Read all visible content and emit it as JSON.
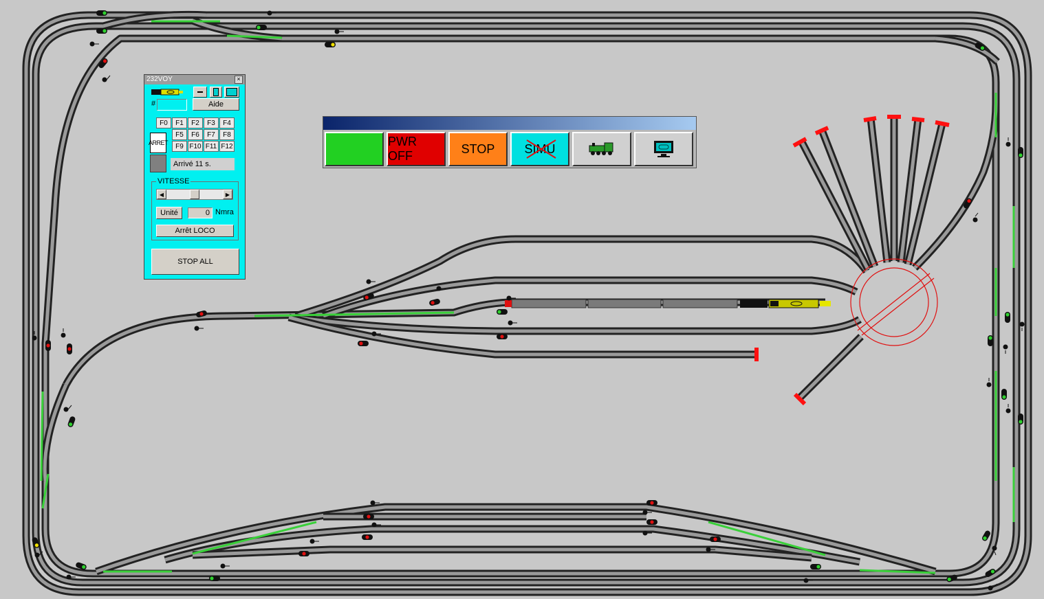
{
  "throttle": {
    "title": "232VOY",
    "close_glyph": "×",
    "address_hash": "#",
    "address_value": "",
    "help_label": "Aide",
    "functions": [
      "F0",
      "F1",
      "F2",
      "F3",
      "F4",
      "F5",
      "F6",
      "F7",
      "F8",
      "F9",
      "F10",
      "F11",
      "F12"
    ],
    "stop_sign_label": "ARRET",
    "status_text": "Arrivé 11 s.",
    "speed_group_label": "VITESSE",
    "unit_label": "Unité",
    "speed_value": "0",
    "mode_label": "Nmra",
    "loco_stop_label": "Arrêt LOCO",
    "stop_all_label": "STOP ALL",
    "speed_level": 0.5
  },
  "toolbar": {
    "buttons": [
      {
        "label": "",
        "color": "#22d022"
      },
      {
        "label": "PWR OFF",
        "color": "#e00000"
      },
      {
        "label": "STOP",
        "color": "#ff8018"
      },
      {
        "label": "SIMU",
        "color": "#00e0e0"
      },
      {
        "label": "",
        "icon": "steam-locomotive-icon",
        "color": "#d0d0d0"
      },
      {
        "label": "",
        "icon": "monitor-icon",
        "color": "#d0d0d0"
      }
    ]
  },
  "colors": {
    "background": "#c8c8c8",
    "rail": "#222222",
    "tie": "#9a9a9a",
    "active_section": "#39d039",
    "buffer": "#ff0000",
    "turntable": "#e00000"
  }
}
